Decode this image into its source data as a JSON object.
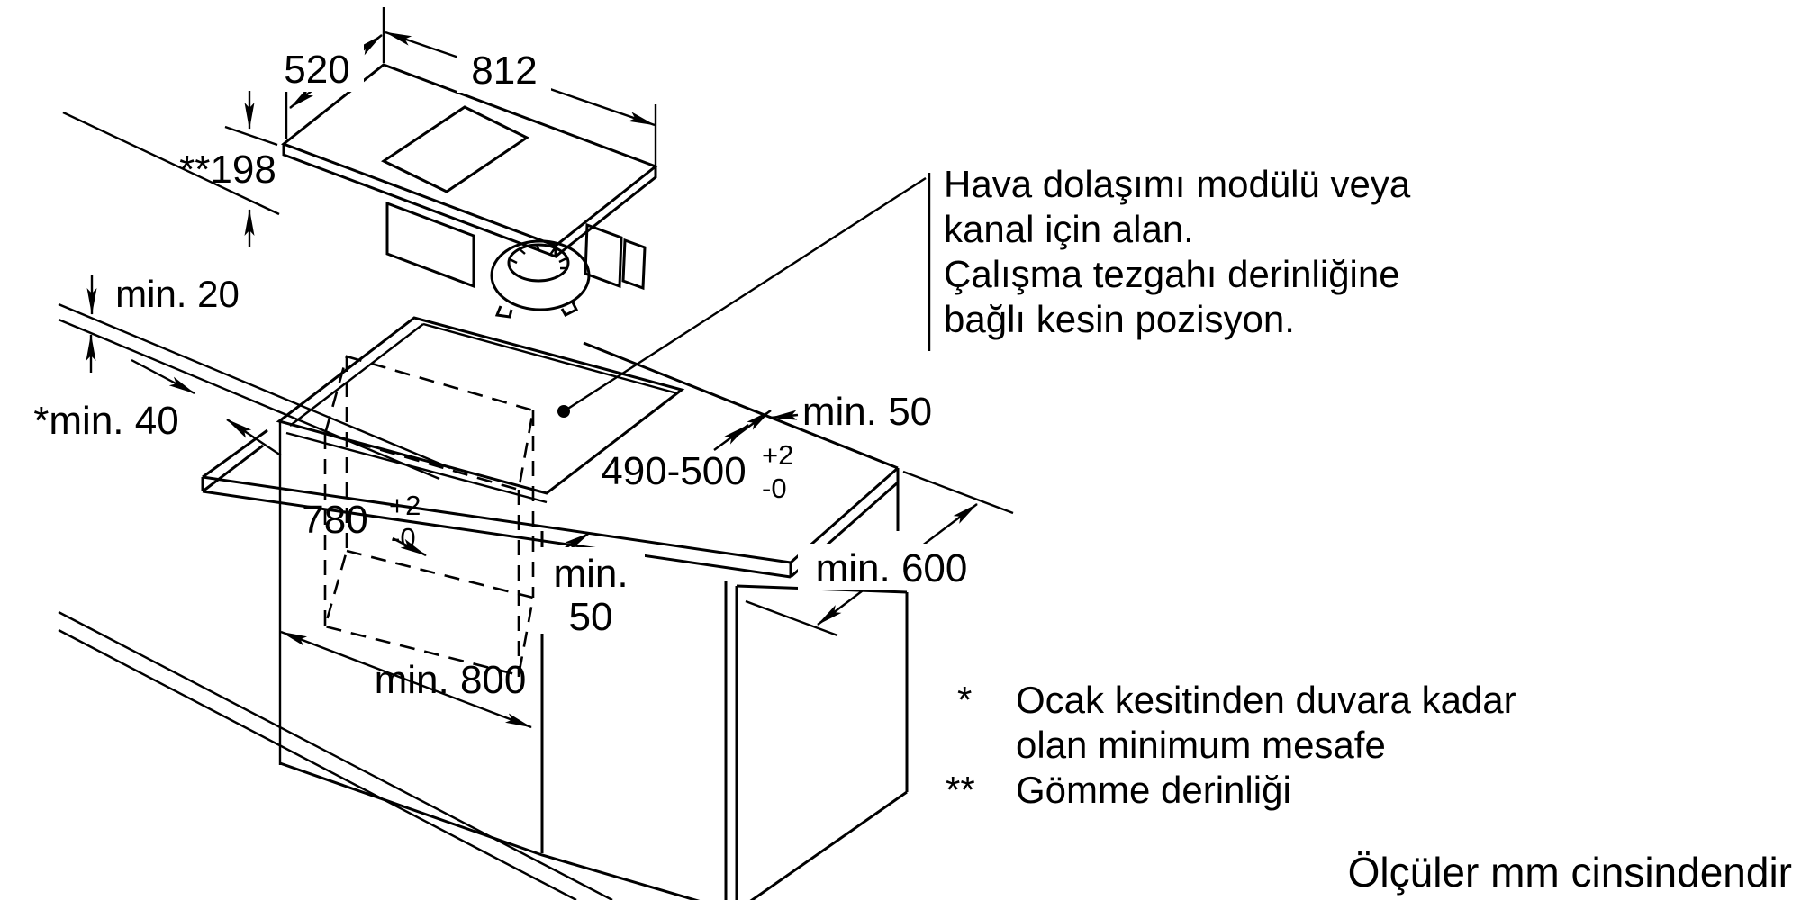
{
  "diagram": {
    "dimensions": {
      "hob_width": "812",
      "hob_depth": "520",
      "install_depth": "**198",
      "wall_clearance_back": "min. 20",
      "wall_clearance_side": "*min. 40",
      "cutout_depth": "490-500",
      "cutout_depth_tol_plus": "+2",
      "cutout_depth_tol_minus": "-0",
      "cutout_width": "780",
      "cutout_width_tol_plus": "+2",
      "cutout_width_tol_minus": "-0",
      "clearance_back_top": "min. 50",
      "clearance_side_line1": "min.",
      "clearance_side_line2": "50",
      "worktop_depth": "min. 600",
      "cabinet_width": "min. 800"
    },
    "annotations": {
      "air_module_note": {
        "0": "Hava dolaşımı modülü veya",
        "1": "kanal için alan.",
        "2": "Çalışma tezgahı derinliğine",
        "3": "bağlı kesin pozisyon."
      },
      "footnote_star_symbol": "*",
      "footnote_star_line1": "Ocak kesitinden duvara kadar",
      "footnote_star_line2": "olan minimum mesafe",
      "footnote_dstar_symbol": "**",
      "footnote_dstar_text": "Gömme derinliği",
      "units_note": "Ölçüler mm cinsindendir"
    },
    "colors": {
      "line": "#000000",
      "background": "#ffffff"
    }
  }
}
